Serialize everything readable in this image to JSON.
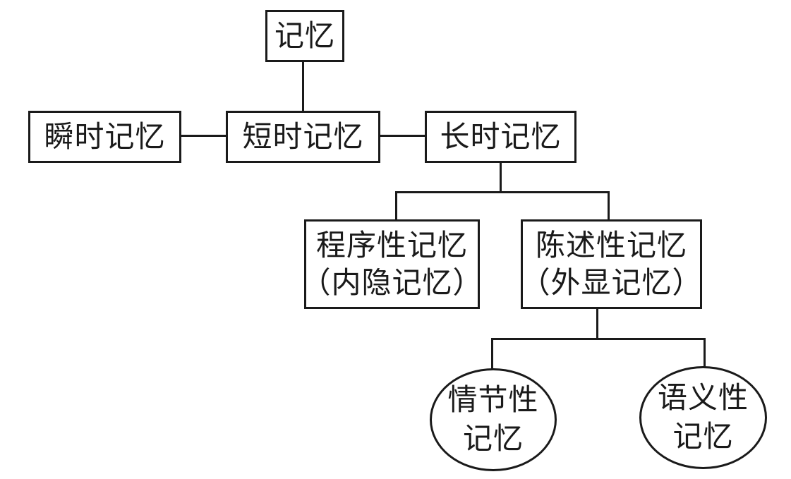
{
  "nodes": {
    "memory": {
      "label": "记忆"
    },
    "sensory": {
      "label": "瞬时记忆"
    },
    "short_term": {
      "label": "短时记忆"
    },
    "long_term": {
      "label": "长时记忆"
    },
    "procedural": {
      "line1": "程序性记忆",
      "line2": "（内隐记忆）"
    },
    "declarative": {
      "line1": "陈述性记忆",
      "line2": "（外显记忆）"
    },
    "episodic": {
      "line1": "情节性",
      "line2": "记忆"
    },
    "semantic": {
      "line1": "语义性",
      "line2": "记忆"
    }
  }
}
